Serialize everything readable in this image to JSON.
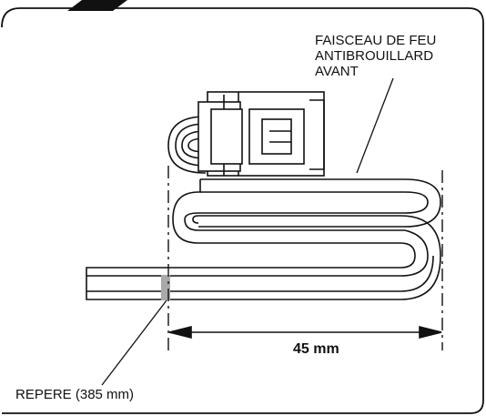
{
  "harness_label": {
    "line1": "FAISCEAU DE FEU",
    "line2": "ANTIBROUILLARD",
    "line3": "AVANT"
  },
  "dimension": {
    "value": "45 mm"
  },
  "marker": {
    "label": "REPERE (385 mm)",
    "color": "#a9a9a9"
  },
  "colors": {
    "line": "#111111",
    "background": "#ffffff"
  },
  "icons": [
    "harness-connector-icon",
    "dimension-arrow-icon"
  ]
}
